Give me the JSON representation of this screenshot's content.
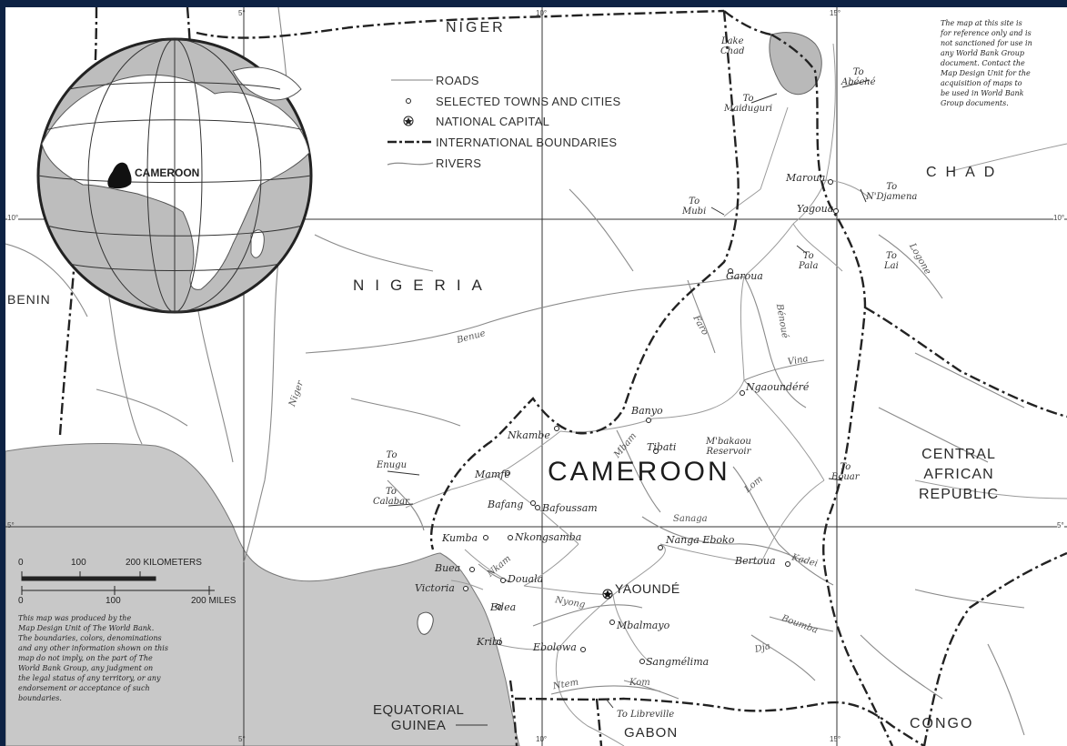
{
  "map": {
    "countries": {
      "niger": "NIGER",
      "nigeria": "NIGERIA",
      "chad": "CHAD",
      "benin": "BENIN",
      "cameroon": "CAMEROON",
      "car": "CENTRAL\nAFRICAN\nREPUBLIC",
      "eq_guinea": "EQUATORIAL\nGUINEA",
      "gabon": "GABON",
      "congo": "CONGO"
    },
    "globe_label": "CAMEROON",
    "water": {
      "lake_chad": "Lake\nChad"
    },
    "legend": {
      "roads": "ROADS",
      "towns": "SELECTED TOWNS AND CITIES",
      "capital": "NATIONAL CAPITAL",
      "boundaries": "INTERNATIONAL BOUNDARIES",
      "rivers": "RIVERS"
    },
    "capital": "YAOUNDÉ",
    "cities": {
      "maroua": "Maroua",
      "yagoua": "Yagoua",
      "garoua": "Garoua",
      "ngaoundere": "Ngaoundéré",
      "banyo": "Banyo",
      "nkambe": "Nkambe",
      "tibati": "Tibati",
      "mamfe": "Mamfe",
      "bafang": "Bafang",
      "bafoussam": "Bafoussam",
      "kumba": "Kumba",
      "nkongsamba": "Nkongsamba",
      "nanga": "Nanga Eboko",
      "bertoua": "Bertoua",
      "buea": "Buea",
      "victoria": "Victoria",
      "douala": "Douala",
      "edea": "Edea",
      "mbalmayo": "Mbalmayo",
      "kribi": "Kribi",
      "ebolowa": "Ebolowa",
      "sangmelima": "Sangmélima"
    },
    "to_labels": {
      "abeche": "To\nAbéché",
      "maiduguri": "To\nMaiduguri",
      "ndjamena": "To\nN'Djamena",
      "mubi": "To\nMubi",
      "pala": "To\nPala",
      "lai": "To\nLai",
      "enugu": "To\nEnugu",
      "calabar": "To\nCalabar",
      "bouar": "To\nBouar",
      "libreville": "To Libreville"
    },
    "rivers": {
      "benue": "Benue",
      "niger": "Niger",
      "benoue": "Bénoué",
      "faro": "Faro",
      "vina": "Vina",
      "logone": "Logone",
      "mbam": "Mbam",
      "lom": "Lom",
      "sanaga": "Sanaga",
      "kadei": "Kadei",
      "nyong": "Nyong",
      "boumba": "Boumba",
      "dja": "Dja",
      "ntem": "Ntem",
      "kom": "Kom",
      "nkam": "Nkam",
      "mbakaou": "M'bakaou\nReservoir"
    },
    "graticule": {
      "lon5": "5°",
      "lon10": "10°",
      "lon15": "15°",
      "lat10": "10°",
      "lat5": "5°"
    },
    "scale": {
      "km_ticks": [
        "0",
        "100",
        "200 KILOMETERS"
      ],
      "mi_ticks": [
        "0",
        "100",
        "200 MILES"
      ]
    },
    "notes": {
      "top_right": "The map at this site is\nfor reference only and is\nnot sanctioned for use in\nany World Bank Group\ndocument. Contact the\nMap Design Unit for the\nacquisition of maps to\nbe used in World Bank\nGroup documents.",
      "bottom_left": "This map was produced by the\nMap Design Unit of The World Bank.\nThe boundaries, colors, denominations\nand any other information shown on this\nmap do not imply, on the part of The\nWorld Bank Group, any judgment on\nthe legal status of any territory, or any\nendorsement or acceptance of such\nboundaries."
    },
    "colors": {
      "background_frame": "#0d2244",
      "land": "#ffffff",
      "sea": "#c8c8c8",
      "boundary": "#222222",
      "river": "#8a8a8a"
    }
  }
}
